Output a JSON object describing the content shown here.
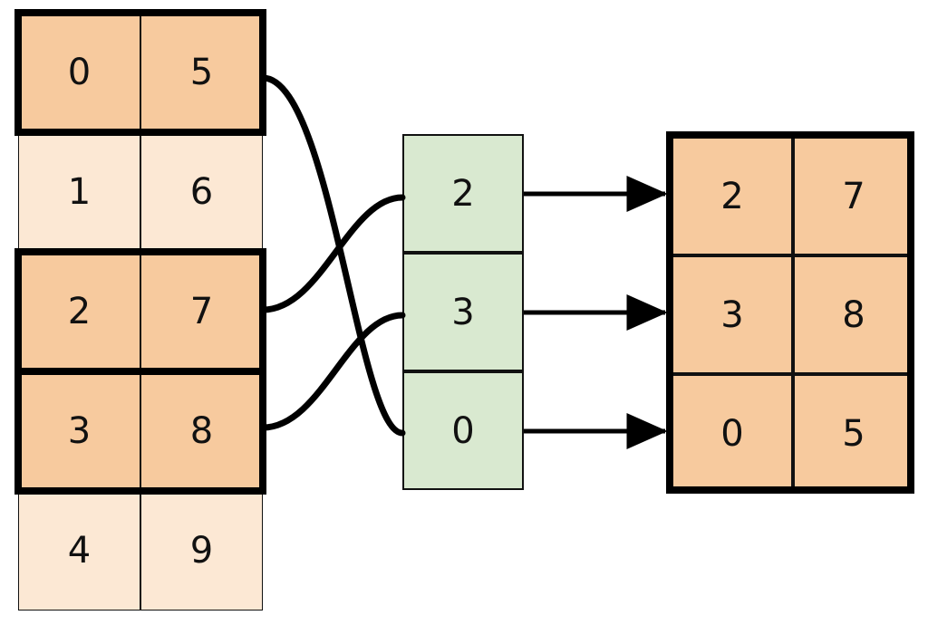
{
  "diagram": {
    "type": "table-gather-permutation",
    "colors": {
      "cell_selected": "#F7CA9E",
      "cell_plain": "#FCE8D4",
      "index_cell": "#D9E9D0",
      "stroke": "#111111",
      "highlight_stroke": "#000000",
      "background": "#FFFFFF"
    }
  },
  "source_table": {
    "name": "source-table",
    "columns": 2,
    "rows": [
      {
        "index": 0,
        "cells": [
          "0",
          "5"
        ],
        "selected": true
      },
      {
        "index": 1,
        "cells": [
          "1",
          "6"
        ],
        "selected": false
      },
      {
        "index": 2,
        "cells": [
          "2",
          "7"
        ],
        "selected": true
      },
      {
        "index": 3,
        "cells": [
          "3",
          "8"
        ],
        "selected": true
      },
      {
        "index": 4,
        "cells": [
          "4",
          "9"
        ],
        "selected": false
      }
    ]
  },
  "index_column": {
    "name": "index-column",
    "values": [
      "2",
      "3",
      "0"
    ]
  },
  "result_table": {
    "name": "result-table",
    "columns": 2,
    "rows": [
      {
        "cells": [
          "2",
          "7"
        ]
      },
      {
        "cells": [
          "3",
          "8"
        ]
      },
      {
        "cells": [
          "0",
          "5"
        ]
      }
    ]
  },
  "links": {
    "curves": [
      {
        "from_source_row": 0,
        "to_index_slot": 2
      },
      {
        "from_source_row": 2,
        "to_index_slot": 0
      },
      {
        "from_source_row": 3,
        "to_index_slot": 1
      }
    ],
    "arrows": [
      {
        "from_index_slot": 0,
        "to_result_row": 0
      },
      {
        "from_index_slot": 1,
        "to_result_row": 1
      },
      {
        "from_index_slot": 2,
        "to_result_row": 2
      }
    ]
  }
}
